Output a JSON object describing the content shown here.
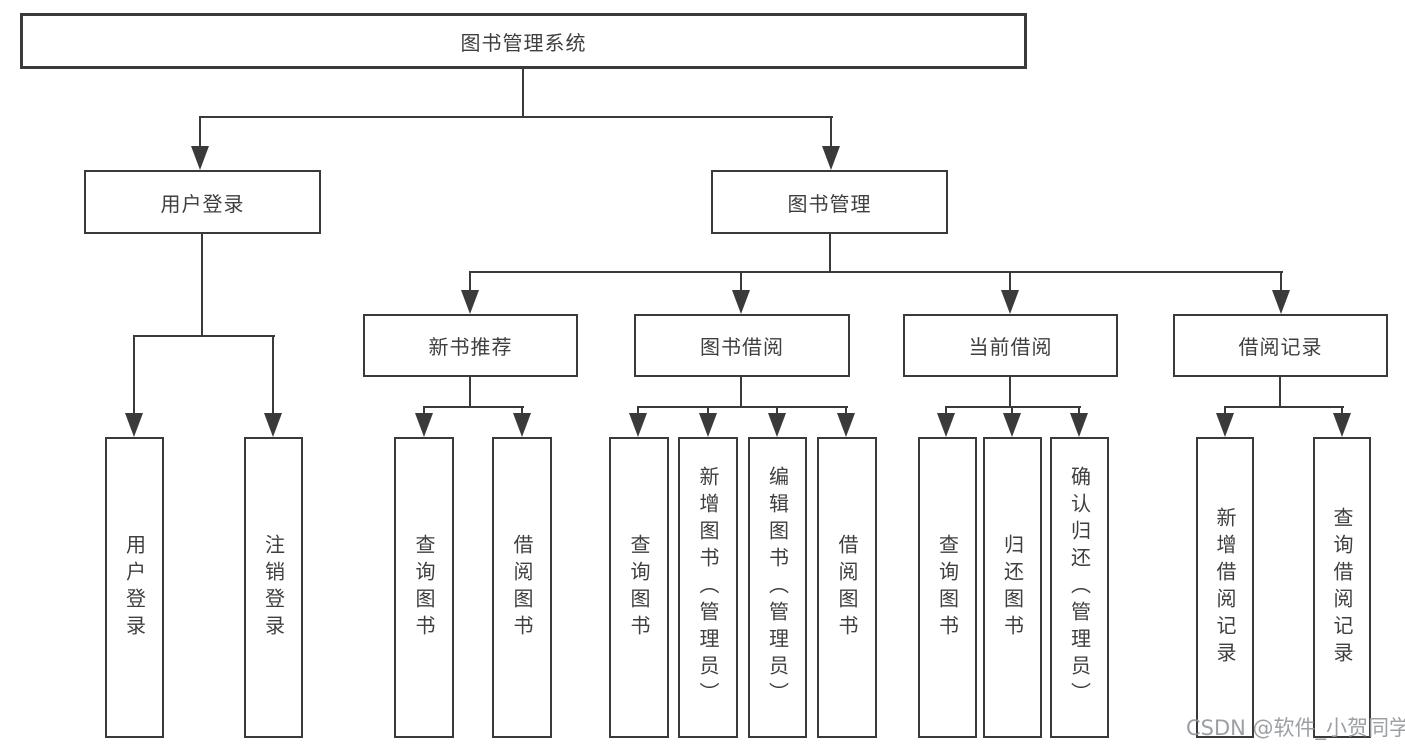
{
  "diagram": {
    "type": "hierarchy-tree",
    "root": "图书管理系统",
    "level2": {
      "user_login": "用户登录",
      "book_mgmt": "图书管理"
    },
    "level3": {
      "new_book_rec": "新书推荐",
      "book_borrow": "图书借阅",
      "current_borrow": "当前借阅",
      "borrow_records": "借阅记录"
    },
    "leaves": {
      "ul_login": "用户登录",
      "ul_logout": "注销登录",
      "nbr_query": "查询图书",
      "nbr_borrow": "借阅图书",
      "bb_query": "查询图书",
      "bb_add": "新增图书（管理员）",
      "bb_edit": "编辑图书（管理员）",
      "bb_borrow": "借阅图书",
      "cb_query": "查询图书",
      "cb_return": "归还图书",
      "cb_confirm": "确认归还（管理员）",
      "br_add": "新增借阅记录",
      "br_query": "查询借阅记录"
    }
  },
  "watermark": "CSDN @软件_小贺同学",
  "colors": {
    "line": "#3a3a3a",
    "text": "#3f3f3f",
    "watermark": "#94979b",
    "background": "#ffffff"
  }
}
